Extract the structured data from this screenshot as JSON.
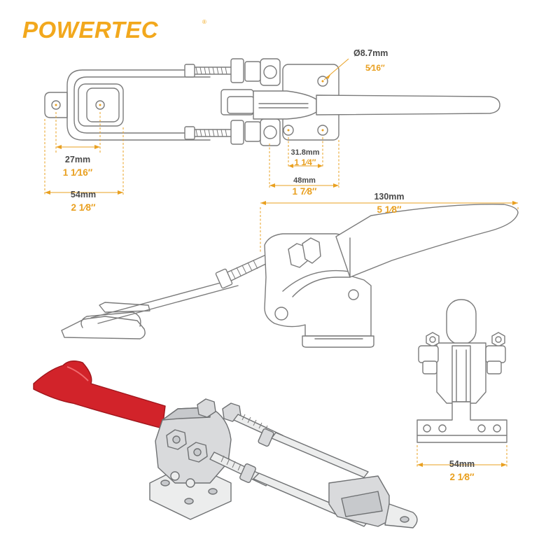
{
  "brand": {
    "logo_text": "POWERTEC",
    "registered_mark": "®"
  },
  "accent_color": "#e9a020",
  "logo_color": "#f2a81d",
  "handle_color": "#d2232a",
  "top_view": {
    "hole_diameter": {
      "mm": "Ø8.7mm",
      "inch": "5⁄16″"
    },
    "hook_holes_spacing": {
      "mm": "27mm",
      "inch": "1 1⁄16″"
    },
    "hook_width": {
      "mm": "54mm",
      "inch": "2 1⁄8″"
    },
    "base_holes_spacing": {
      "mm": "31.8mm",
      "inch": "1 1⁄4″"
    },
    "base_width": {
      "mm": "48mm",
      "inch": "1 7⁄8″"
    }
  },
  "side_view": {
    "overall_height": {
      "mm": "130mm",
      "inch": "5 1⁄8″"
    }
  },
  "end_view": {
    "base_width": {
      "mm": "54mm",
      "inch": "2 1⁄8″"
    }
  }
}
